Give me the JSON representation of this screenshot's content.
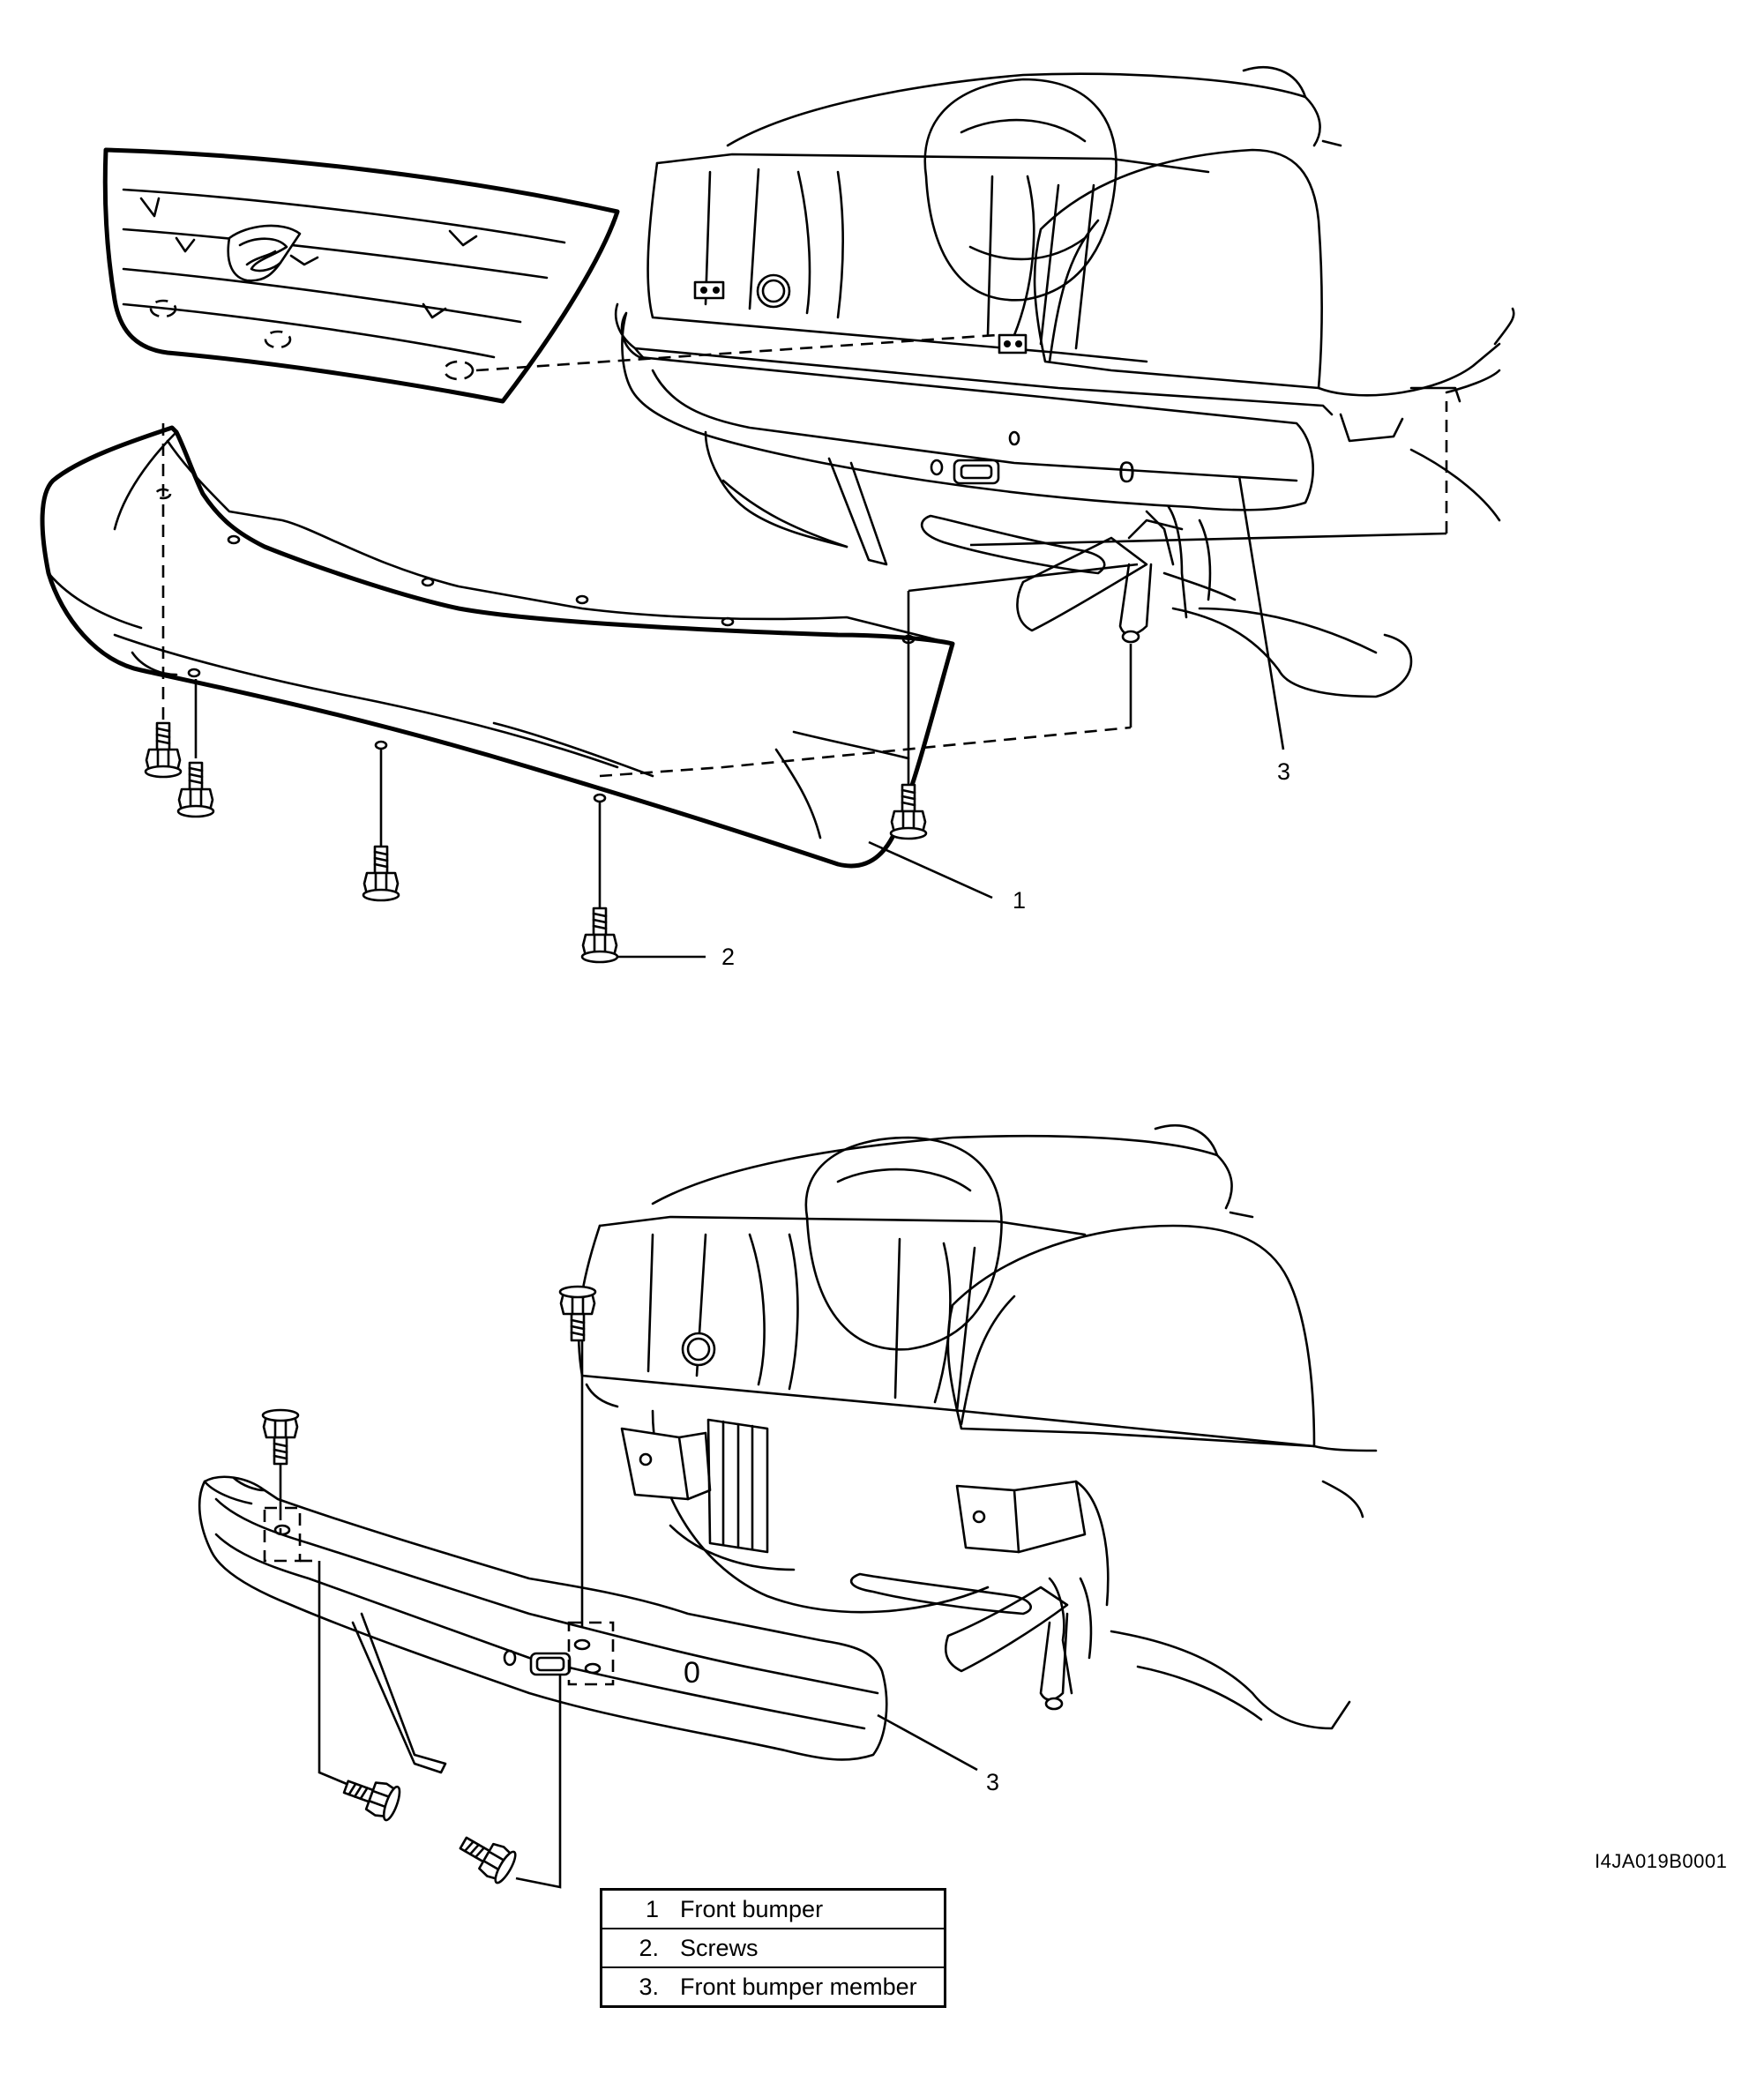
{
  "callouts": {
    "top_member": "3",
    "top_bumper": "1",
    "top_screw": "2",
    "bottom_member": "3",
    "top_zero": "0",
    "bottom_zero": "0"
  },
  "figure_code": "I4JA019B0001",
  "legend": [
    {
      "num": "1",
      "label": "Front bumper"
    },
    {
      "num": "2.",
      "label": "Screws"
    },
    {
      "num": "3.",
      "label": "Front bumper member"
    }
  ]
}
